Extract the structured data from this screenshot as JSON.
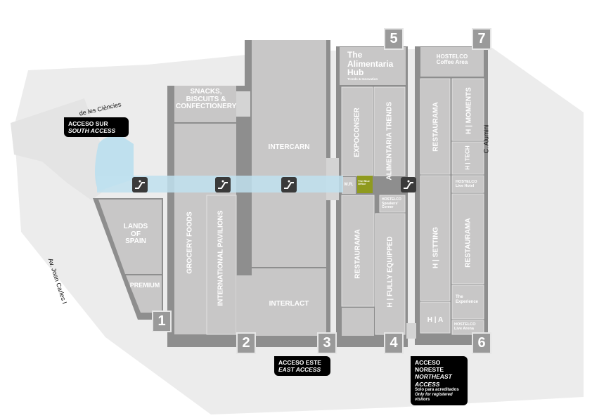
{
  "streets": {
    "ciencies": "de les Ciències",
    "joan_carles": "Av. Joan Carles I",
    "alumini": "C. Alumini"
  },
  "access": {
    "south": {
      "line1": "ACCESO SUR",
      "line2": "SOUTH ACCESS"
    },
    "east": {
      "line1": "ACCESO ESTE",
      "line2": "EAST ACCESS"
    },
    "northeast": {
      "line1": "ACCESO",
      "line2": "NORESTE",
      "line3": "NORTHEAST",
      "line4": "ACCESS",
      "note_es": "Solo para acreditados",
      "note_en": "Only for registered visitors"
    }
  },
  "halls": {
    "h1": {
      "number": "1",
      "lands": "LANDS OF SPAIN",
      "premium": "PREMIUM"
    },
    "h2": {
      "number": "2",
      "snacks": "SNACKS, BISCUITS & CONFECTIONERY",
      "grocery": "GROCERY FOODS",
      "international": "INTERNATIONAL PAVILIONS"
    },
    "h3": {
      "number": "3",
      "intercarn": "INTERCARN",
      "interlact": "INTERLACT"
    },
    "h4": {
      "number": "4",
      "expoconser": "EXPOCONSER",
      "trends": "ALIMENTARIA TRENDS",
      "restaurama": "RESTAURAMA",
      "fully": "H | FULLY EQUIPPED",
      "mr": "M.R.",
      "hostelco_speakers": "HOSTELCO Speakers' Corner",
      "blue_office": "The Blue Office"
    },
    "h5": {
      "number": "5",
      "hub_title": "The Alimentaria Hub",
      "hub_sub": "Trends & Innovation"
    },
    "h6": {
      "number": "6",
      "restaurama": "RESTAURAMA",
      "setting": "H | SETTING",
      "ha": "H | A",
      "hostelco_live_arena": "HOSTELCO Live Arena",
      "experience": "The Experience",
      "hostelco_live_hotel": "HOSTELCO Live Hotel"
    },
    "h7": {
      "number": "7",
      "coffee": "HOSTELCO Coffee Area",
      "restaurama": "RESTAURAMA",
      "moments": "H | MOMENTS",
      "tech": "H | TECH"
    }
  },
  "colors": {
    "hall": "#c8c7c7",
    "hall_border": "#8e8e8e",
    "ground": "#ebebeb",
    "walkway": "#b9dcec",
    "water": "#bfe0ee",
    "badge": "#9a9a9a",
    "olive": "#8f9a1e"
  },
  "icons": [
    "escalator-icon"
  ]
}
